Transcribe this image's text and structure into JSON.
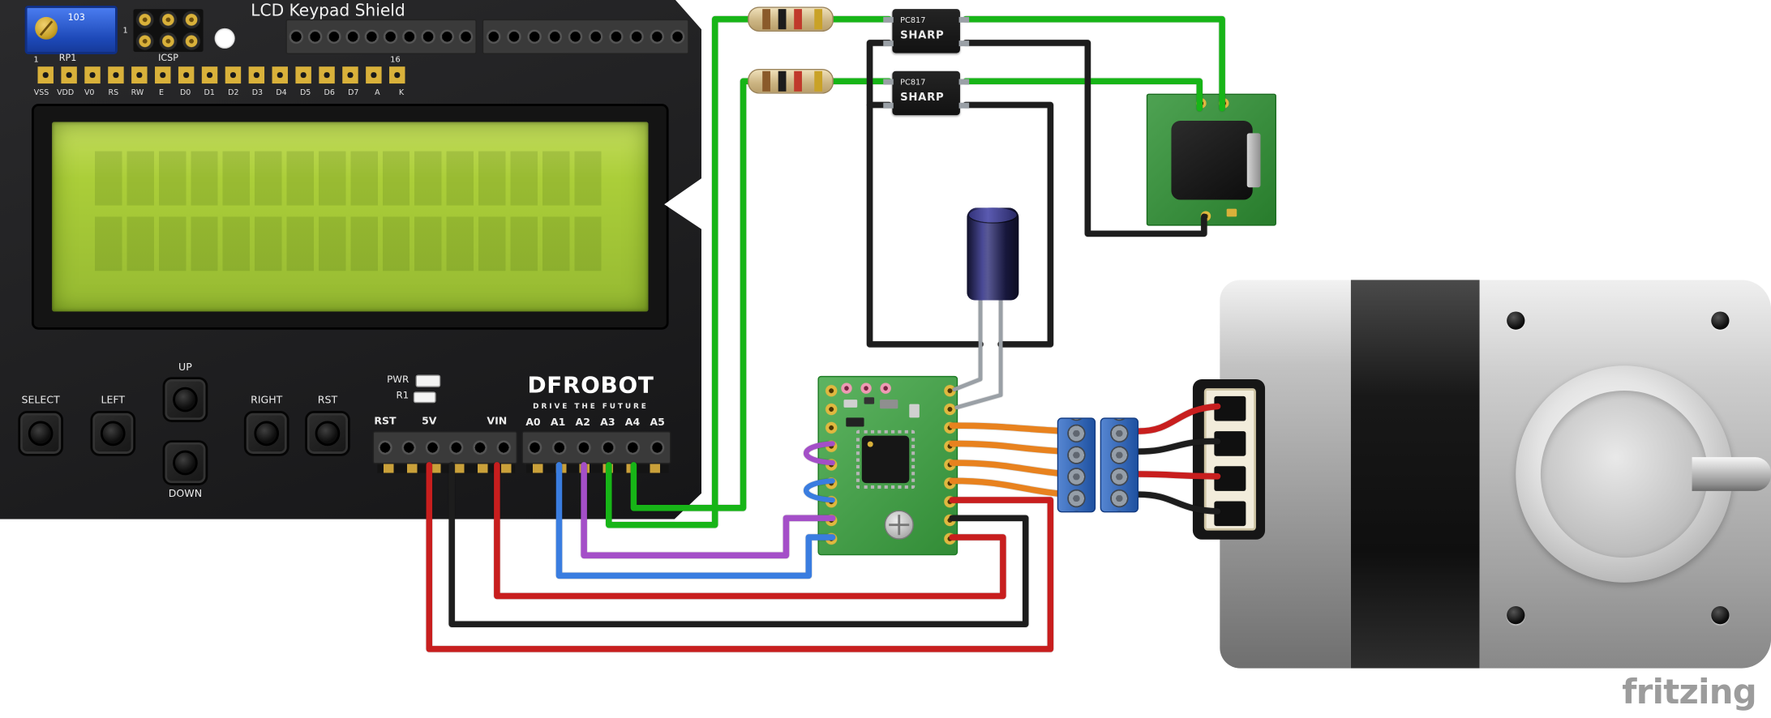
{
  "shield": {
    "title": "LCD Keypad Shield",
    "trimmer": {
      "label": "RP1",
      "value": "103"
    },
    "icsp": {
      "label": "ICSP",
      "pin1": "1"
    },
    "pin_row": {
      "start": "1",
      "end": "16",
      "labels": [
        "VSS",
        "VDD",
        "V0",
        "RS",
        "RW",
        "E",
        "D0",
        "D1",
        "D2",
        "D3",
        "D4",
        "D5",
        "D6",
        "D7",
        "A",
        "K"
      ]
    },
    "buttons": {
      "select": "SELECT",
      "left": "LEFT",
      "up": "UP",
      "down": "DOWN",
      "right": "RIGHT",
      "rst": "RST"
    },
    "indicators": {
      "pwr": "PWR",
      "r1": "R1"
    },
    "logo": {
      "brand": "DFROBOT",
      "tagline": "DRIVE THE FUTURE"
    },
    "power_header": {
      "labels": [
        "RST",
        "5V",
        "VIN"
      ]
    },
    "analog_header": {
      "labels": [
        "A0",
        "A1",
        "A2",
        "A3",
        "A4",
        "A5"
      ]
    }
  },
  "optocoupler": {
    "part": "PC817",
    "brand": "SHARP"
  },
  "watermark": {
    "text": "fritzing"
  },
  "wire_colors": {
    "green": "#17b517",
    "black": "#1d1d1d",
    "red": "#c81e1e",
    "blue": "#3a7de0",
    "purple": "#a44fc8",
    "orange": "#e8821e",
    "lead": "#9aa0a6"
  },
  "part_colors": {
    "shield": "#1d1d1f",
    "lcd": "#abce39",
    "driver_board": "#3aa33f",
    "module_board": "#2f9234",
    "terminal_block": "#2563c4",
    "capacitor": "#23235c"
  }
}
